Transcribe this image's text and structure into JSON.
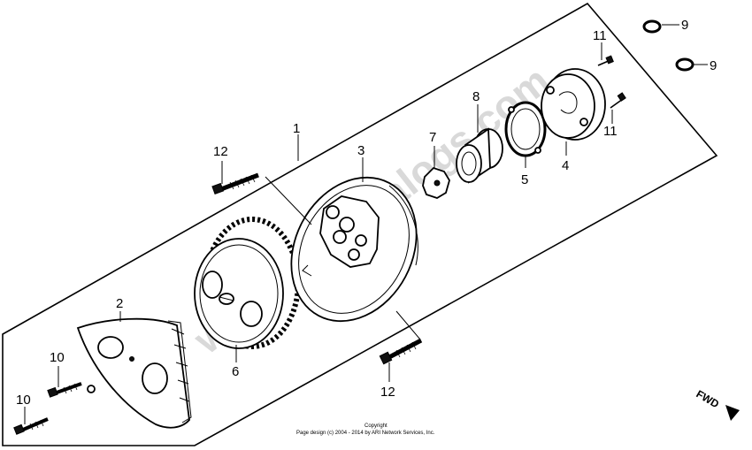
{
  "diagram": {
    "callouts": {
      "c1": "1",
      "c2": "2",
      "c3": "3",
      "c4": "4",
      "c5": "5",
      "c6": "6",
      "c7": "7",
      "c8": "8",
      "c9a": "9",
      "c9b": "9",
      "c10a": "10",
      "c10b": "10",
      "c11a": "11",
      "c11b": "11",
      "c12a": "12",
      "c12b": "12"
    },
    "watermark": "www.mfecatalogs.com",
    "direction_label": "FWD",
    "copyright_line1": "Copyright",
    "copyright_line2": "Page design (c) 2004 - 2014 by ARI Network Services, Inc."
  }
}
